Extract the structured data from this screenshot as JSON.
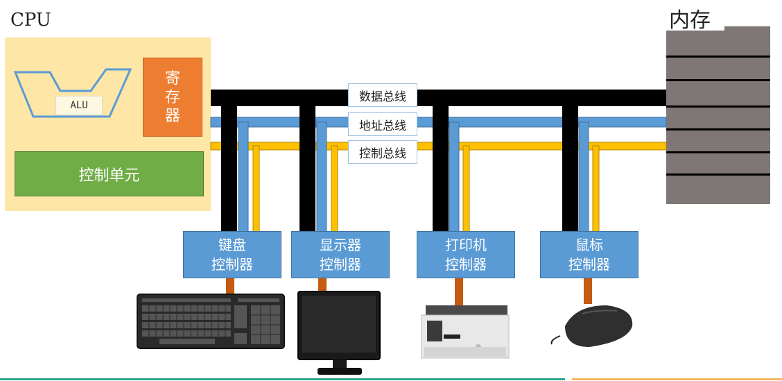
{
  "cpu": {
    "title": "CPU",
    "alu_label": "ALU",
    "register_label": [
      "寄",
      "存",
      "器"
    ],
    "control_unit_label": "控制单元"
  },
  "memory": {
    "title": "内存"
  },
  "buses": {
    "data": "数据总线",
    "address": "地址总线",
    "control": "控制总线"
  },
  "controllers": [
    {
      "line1": "键盘",
      "line2": "控制器",
      "device": "keyboard"
    },
    {
      "line1": "显示器",
      "line2": "控制器",
      "device": "monitor"
    },
    {
      "line1": "打印机",
      "line2": "控制器",
      "device": "printer"
    },
    {
      "line1": "鼠标",
      "line2": "控制器",
      "device": "mouse"
    }
  ],
  "colors": {
    "data_bus": "#000000",
    "address_bus": "#5b9bd5",
    "control_bus": "#ffc000",
    "connector": "#c55a11",
    "controller": "#5b9bd5",
    "register": "#ed7d31",
    "control_unit": "#70ad47",
    "cpu_background": "#fde6a6"
  }
}
